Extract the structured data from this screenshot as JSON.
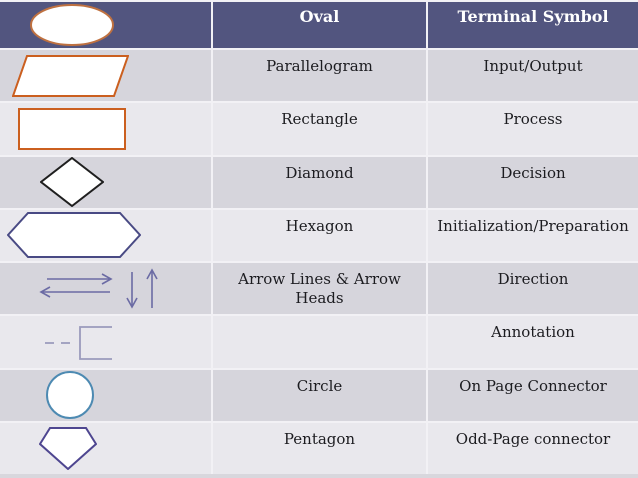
{
  "table": {
    "rows": [
      {
        "shape": "oval-icon",
        "name": "Oval",
        "meaning": "Terminal Symbol"
      },
      {
        "shape": "parallelogram-icon",
        "name": "Parallelogram",
        "meaning": "Input/Output"
      },
      {
        "shape": "rectangle-icon",
        "name": "Rectangle",
        "meaning": "Process"
      },
      {
        "shape": "diamond-icon",
        "name": "Diamond",
        "meaning": "Decision"
      },
      {
        "shape": "hexagon-icon",
        "name": "Hexagon",
        "meaning": "Initialization/Preparation"
      },
      {
        "shape": "arrows-icon",
        "name": "Arrow Lines & Arrow Heads",
        "meaning": "Direction"
      },
      {
        "shape": "annotation-icon",
        "name": "",
        "meaning": "Annotation"
      },
      {
        "shape": "circle-icon",
        "name": "Circle",
        "meaning": "On Page Connector"
      },
      {
        "shape": "pentagon-icon",
        "name": "Pentagon",
        "meaning": "Odd-Page connector"
      }
    ]
  },
  "colors": {
    "header_bg": "#52557f",
    "row_dark": "#d6d5dc",
    "row_light": "#e9e8ed",
    "grid_line": "#f2f1f5",
    "header_text": "#ffffff",
    "body_text": "#1c1c20",
    "shape_fill": "#ffffff",
    "oval_stroke": "#bf7140",
    "parallelogram_stroke": "#cb5f1f",
    "rectangle_stroke": "#cb5f1f",
    "diamond_stroke": "#1f1f1f",
    "hexagon_stroke": "#494a84",
    "arrow_color": "#6b6ba4",
    "annotation_color": "#9b9abc",
    "circle_stroke": "#4d8ab2",
    "pentagon_stroke": "#4e4690"
  }
}
